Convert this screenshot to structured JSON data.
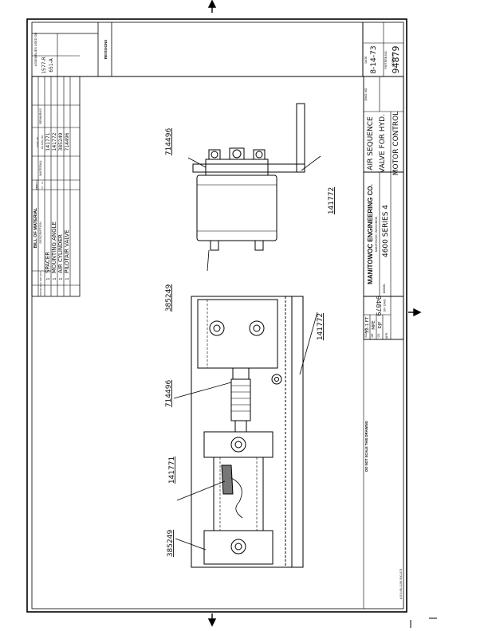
{
  "bill_of_material": {
    "title": "BILL OF MATERIAL",
    "headers": {
      "item_no": "ITEM NO.",
      "req_per_assy": "REQ. PER ASSY.",
      "description": "DESCRIPTION",
      "length": "LENGTH",
      "ft": "FT",
      "in": "IN.",
      "material": "MATERIAL",
      "code_no": "CODE NO.",
      "or_dwg_no": "OR DWG. NO.",
      "remarks": "REMARKS"
    },
    "rows": [
      {
        "req": "1",
        "description": "SPACER",
        "code": "141771"
      },
      {
        "req": "1",
        "description": "MOUNTING ANGLE",
        "code": "141772"
      },
      {
        "req": "1",
        "description": "AIR CYLINDER",
        "code": "385249"
      },
      {
        "req": "1",
        "description": "PILOTAIR VALVE",
        "code": "714496"
      }
    ]
  },
  "assemblies_used_on": {
    "header": "ASSEMBLIES USED ON",
    "values": [
      "1577-R",
      "651-A"
    ]
  },
  "revisions_label": "REVISIONS",
  "title_block": {
    "company": "MANITOWOC ENGINEERING CO.",
    "city": "MANITOWOC, WISCONSIN",
    "model_label": "MODEL",
    "model": "4600 SERIES 4",
    "title_lines": [
      "AIR SEQUENCE",
      "VALVE FOR HYD.",
      "MOTOR CONTROL"
    ],
    "date_label": "DATE",
    "date": "8-14-73",
    "pattern_no_label": "PATTERN NO.",
    "code_no_label": "CODE NO.",
    "dwg_no_label": "DWG. NO.",
    "dwg_no": "94879",
    "scale_label": "SCALE",
    "scale": "12-1 FT",
    "dr_label": "DR",
    "drawn_by": "MPE",
    "ck_label": "CK",
    "checked_by": "DJF",
    "apr_label": "APR.",
    "side_dwg_label": "DWG. NO.",
    "side_dwg_no": "94879"
  },
  "callouts": {
    "valve_top": "714496",
    "angle_top": "141772",
    "cylinder_top": "385249",
    "cylinder_bottom": "385249",
    "valve_bottom": "714496",
    "spacer": "141771",
    "angle_bottom": "141772"
  },
  "footer": {
    "do_not_scale": "DO NOT SCALE THIS DRAWING",
    "form_no": "A 5 6  85-1190  900-373"
  }
}
